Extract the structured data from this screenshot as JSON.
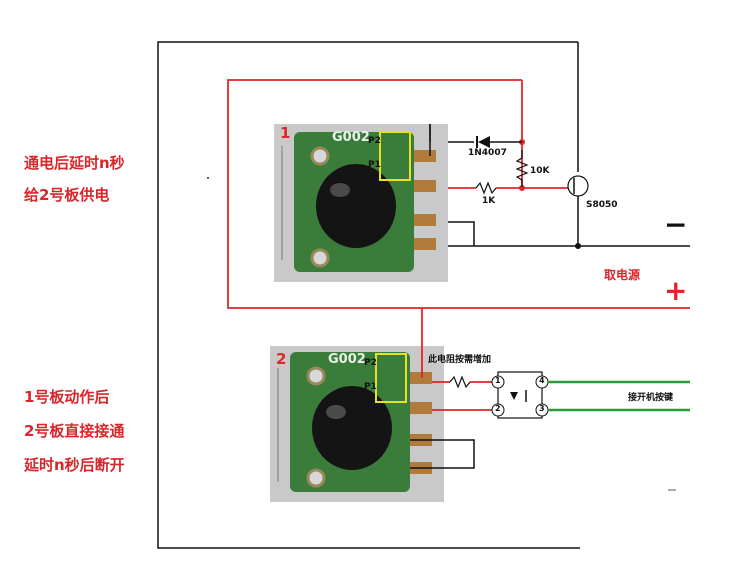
{
  "texts": {
    "left_label_1": "通电后延时n秒",
    "left_label_2": "给2号板供电",
    "left_label_3": "1号板动作后",
    "left_label_4": "2号板直接接通",
    "left_label_5": "延时n秒后断开",
    "board1_number": "1",
    "board2_number": "2",
    "board_marking": "G002",
    "diode_label": "1N4007",
    "resistor_10k": "10K",
    "resistor_1k": "1K",
    "transistor_label": "S8050",
    "power_label": "取电源",
    "minus_sign": "−",
    "plus_sign": "+",
    "resistor_note": "此电阻按需增加",
    "button_label": "接开机按键",
    "p1": "P1",
    "p2": "P2",
    "opto_pin1": "1",
    "opto_pin2": "2",
    "opto_pin3": "3",
    "opto_pin4": "4"
  },
  "colors": {
    "wire_black": "#111111",
    "wire_red": "#e0262a",
    "wire_green": "#2a9a3a",
    "pcb_green": "#3a7d3a",
    "pad_copper": "#b07a3a",
    "label_red": "#d9262a"
  }
}
